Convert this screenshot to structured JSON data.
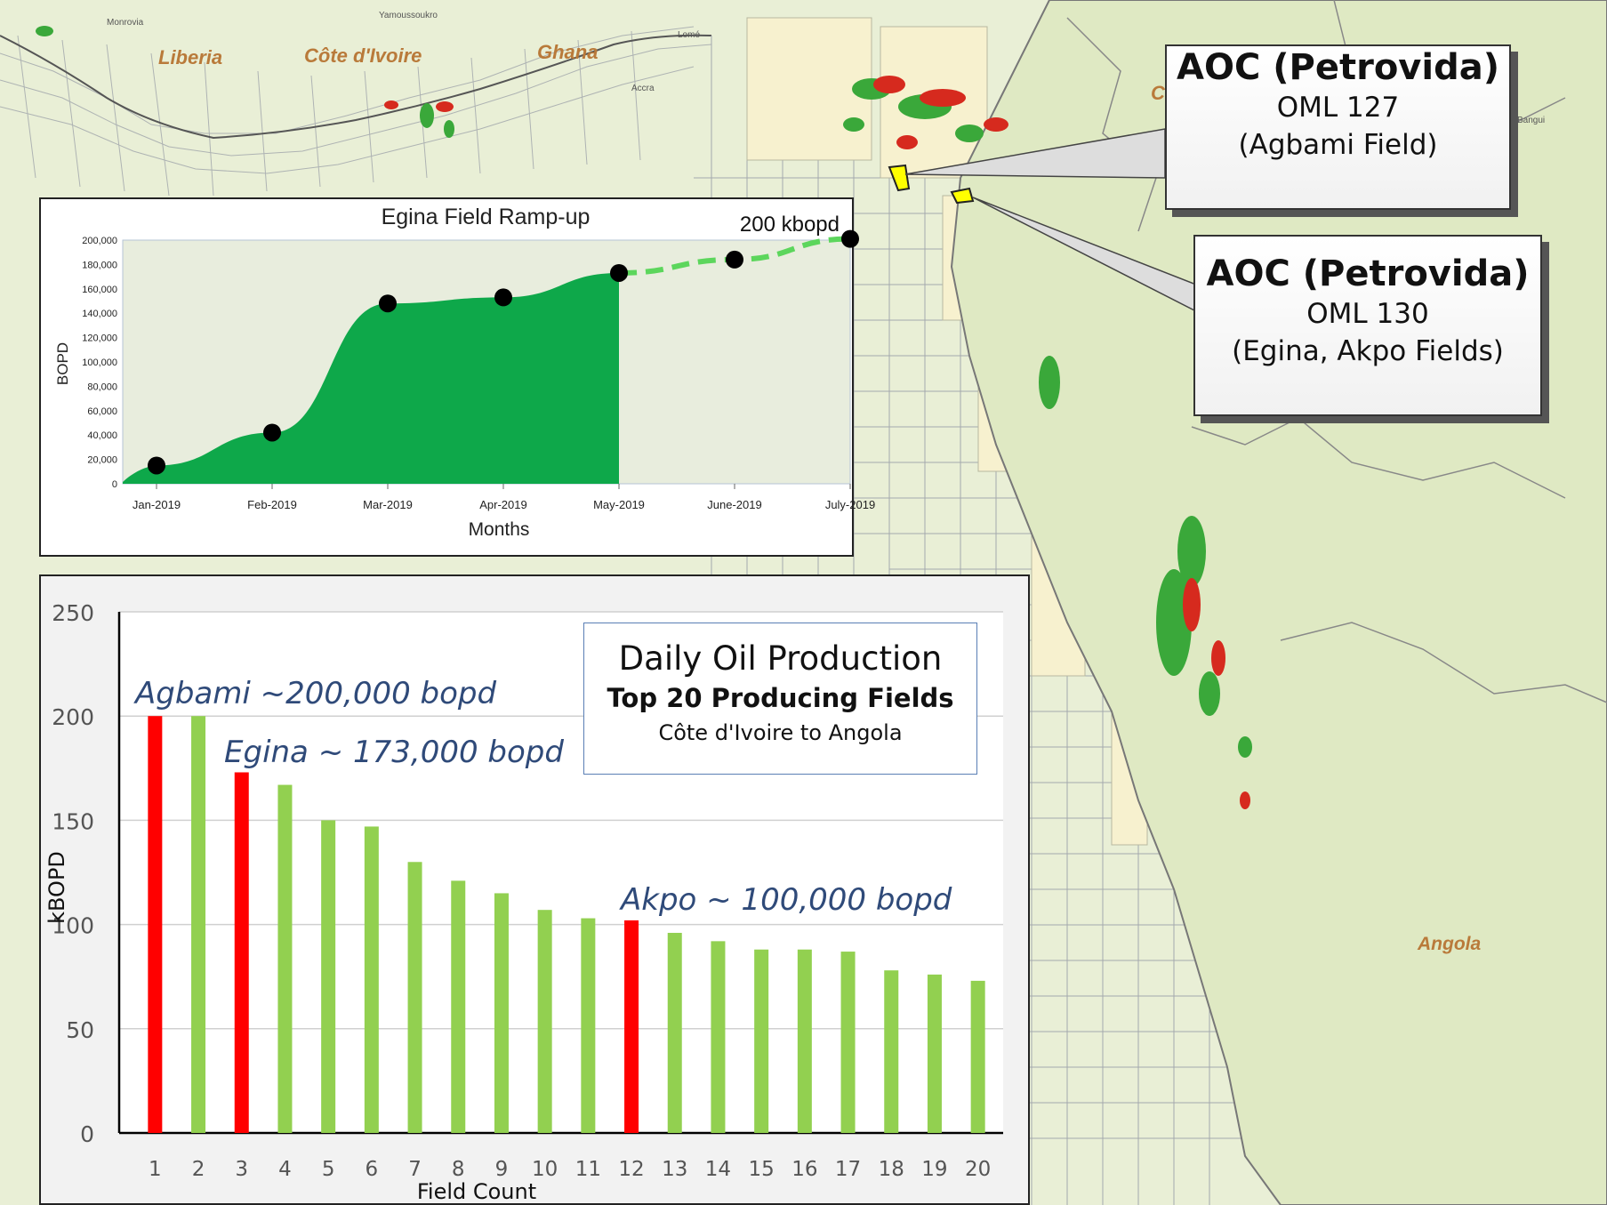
{
  "map": {
    "countries": [
      "Liberia",
      "Côte d'Ivoire",
      "Ghana",
      "Angola",
      "C"
    ],
    "cities": [
      "Monrovia",
      "Yamoussoukro",
      "Accra",
      "Lomé",
      "Bangui"
    ],
    "colors": {
      "land": "#e9efd6",
      "block_fill": "#f7f1cf",
      "block_line": "#9aa0a6",
      "field_green": "#3aa83a",
      "field_red": "#d62a1e",
      "highlight": "#ffff00"
    },
    "callouts": [
      {
        "title": "AOC (Petrovida)",
        "lines": [
          "OML 127",
          "(Agbami Field)"
        ]
      },
      {
        "title": "AOC (Petrovida)",
        "lines": [
          "OML 130",
          "(Egina, Akpo Fields)"
        ]
      }
    ]
  },
  "chart_data": [
    {
      "type": "area",
      "title": "Egina Field Ramp-up",
      "xlabel": "Months",
      "ylabel": "BOPD",
      "ylim": [
        0,
        200000
      ],
      "ytick_labels": [
        "0",
        "20,000",
        "40,000",
        "60,000",
        "80,000",
        "100,000",
        "120,000",
        "140,000",
        "160,000",
        "180,000",
        "200,000"
      ],
      "categories": [
        "Jan-2019",
        "Feb-2019",
        "Mar-2019",
        "Apr-2019",
        "May-2019",
        "June-2019",
        "July-2019"
      ],
      "series": [
        {
          "style": "actual-area",
          "values": [
            15000,
            42000,
            148000,
            153000,
            173000,
            null,
            null
          ],
          "color": "#0ea84a"
        },
        {
          "style": "projected-dashed",
          "values": [
            null,
            null,
            null,
            null,
            173000,
            184000,
            201000
          ],
          "color": "#5cd65c"
        }
      ],
      "annotations": [
        {
          "text": "200 kbopd",
          "category": "July-2019",
          "value": 201000
        }
      ],
      "background_color": "#e8eddd",
      "grid": false
    },
    {
      "type": "bar",
      "title": "Daily Oil Production",
      "subtitle": "Top 20 Producing Fields",
      "note": "Côte d'Ivoire to Angola",
      "xlabel": "Field Count",
      "ylabel": "kBOPD",
      "ylim": [
        0,
        250
      ],
      "yticks": [
        0,
        50,
        100,
        150,
        200,
        250
      ],
      "categories": [
        "1",
        "2",
        "3",
        "4",
        "5",
        "6",
        "7",
        "8",
        "9",
        "10",
        "11",
        "12",
        "13",
        "14",
        "15",
        "16",
        "17",
        "18",
        "19",
        "20"
      ],
      "values": [
        200,
        200,
        173,
        167,
        150,
        147,
        130,
        121,
        115,
        107,
        103,
        102,
        96,
        92,
        88,
        88,
        87,
        78,
        76,
        73
      ],
      "colors": {
        "default": "#92d050",
        "highlight": "#ff0000"
      },
      "highlighted": [
        "1",
        "3",
        "12"
      ],
      "annotations": [
        {
          "text": "Agbami  ~200,000 bopd",
          "category": "1"
        },
        {
          "text": "Egina  ~ 173,000 bopd",
          "category": "3"
        },
        {
          "text": "Akpo  ~ 100,000 bopd",
          "category": "12"
        }
      ],
      "grid": true,
      "legend_position": "top-right"
    }
  ]
}
